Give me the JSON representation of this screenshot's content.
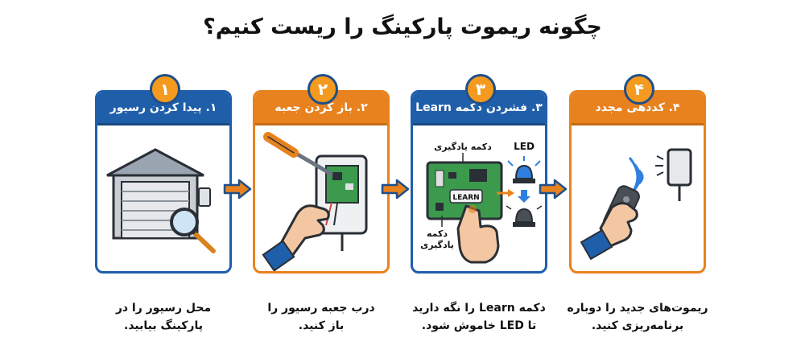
{
  "title": "چگونه ریموت پارکینگ را ریست کنیم؟",
  "steps": [
    {
      "number": "۱",
      "heading": "۱. پیدا کردن رسیور",
      "caption_line1": "محل رسیور را در",
      "caption_line2": "پارکینگ بیابید.",
      "color": "#1f5faa",
      "icons": [
        "garage-door-icon",
        "receiver-box-icon",
        "magnifier-icon"
      ]
    },
    {
      "number": "۲",
      "heading": "۲. باز کردن جعبه",
      "caption_line1": "درب جعبه رسیور را",
      "caption_line2": "باز کنید.",
      "color": "#e8821e",
      "icons": [
        "screwdriver-icon",
        "hand-icon",
        "circuit-board-icon"
      ]
    },
    {
      "number": "۳",
      "heading": "۳. فشردن دکمه Learn",
      "caption_line1": "دکمه Learn را نگه دارید",
      "caption_line2": "تا LED خاموش شود.",
      "color": "#1f5faa",
      "labels": {
        "top_button": "دکمه یادگیری",
        "led": "LED",
        "learn": "LEARN",
        "side_line1": "دکمه",
        "side_line2": "یادگیری"
      },
      "icons": [
        "circuit-board-icon",
        "pointing-hand-icon",
        "led-on-icon",
        "led-off-icon"
      ]
    },
    {
      "number": "۴",
      "heading": "۴. کددهی مجدد",
      "caption_line1": "ریموت‌های جدید را دوباره",
      "caption_line2": "برنامه‌ریزی کنید.",
      "color": "#e8821e",
      "icons": [
        "remote-in-hand-icon",
        "signal-waves-icon",
        "receiver-box-icon"
      ]
    }
  ]
}
